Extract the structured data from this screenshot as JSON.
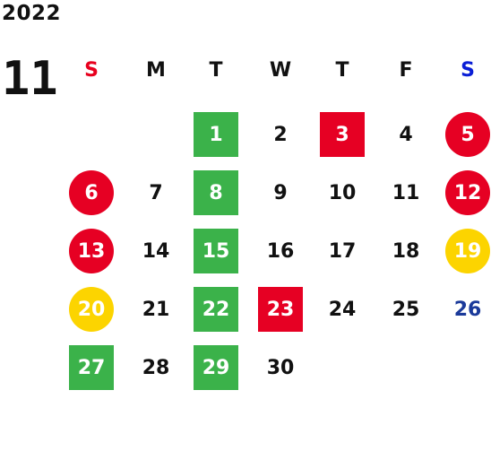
{
  "calendar": {
    "year": "2022",
    "month": "11",
    "weekdays": [
      {
        "label": "S",
        "kind": "sun"
      },
      {
        "label": "M",
        "kind": "weekday"
      },
      {
        "label": "T",
        "kind": "weekday"
      },
      {
        "label": "W",
        "kind": "weekday"
      },
      {
        "label": "T",
        "kind": "weekday"
      },
      {
        "label": "F",
        "kind": "weekday"
      },
      {
        "label": "S",
        "kind": "sat"
      }
    ],
    "days": [
      {
        "label": "1",
        "week": 0,
        "dow": 2,
        "style": "green-sq"
      },
      {
        "label": "2",
        "week": 0,
        "dow": 3,
        "style": "plain"
      },
      {
        "label": "3",
        "week": 0,
        "dow": 4,
        "style": "red-sq"
      },
      {
        "label": "4",
        "week": 0,
        "dow": 5,
        "style": "plain"
      },
      {
        "label": "5",
        "week": 0,
        "dow": 6,
        "style": "red-circle"
      },
      {
        "label": "6",
        "week": 1,
        "dow": 0,
        "style": "red-circle"
      },
      {
        "label": "7",
        "week": 1,
        "dow": 1,
        "style": "plain"
      },
      {
        "label": "8",
        "week": 1,
        "dow": 2,
        "style": "green-sq"
      },
      {
        "label": "9",
        "week": 1,
        "dow": 3,
        "style": "plain"
      },
      {
        "label": "10",
        "week": 1,
        "dow": 4,
        "style": "plain"
      },
      {
        "label": "11",
        "week": 1,
        "dow": 5,
        "style": "plain"
      },
      {
        "label": "12",
        "week": 1,
        "dow": 6,
        "style": "red-circle"
      },
      {
        "label": "13",
        "week": 2,
        "dow": 0,
        "style": "red-circle"
      },
      {
        "label": "14",
        "week": 2,
        "dow": 1,
        "style": "plain"
      },
      {
        "label": "15",
        "week": 2,
        "dow": 2,
        "style": "green-sq"
      },
      {
        "label": "16",
        "week": 2,
        "dow": 3,
        "style": "plain"
      },
      {
        "label": "17",
        "week": 2,
        "dow": 4,
        "style": "plain"
      },
      {
        "label": "18",
        "week": 2,
        "dow": 5,
        "style": "plain"
      },
      {
        "label": "19",
        "week": 2,
        "dow": 6,
        "style": "yellow-circle"
      },
      {
        "label": "20",
        "week": 3,
        "dow": 0,
        "style": "yellow-circle"
      },
      {
        "label": "21",
        "week": 3,
        "dow": 1,
        "style": "plain"
      },
      {
        "label": "22",
        "week": 3,
        "dow": 2,
        "style": "green-sq"
      },
      {
        "label": "23",
        "week": 3,
        "dow": 3,
        "style": "red-sq"
      },
      {
        "label": "24",
        "week": 3,
        "dow": 4,
        "style": "plain"
      },
      {
        "label": "25",
        "week": 3,
        "dow": 5,
        "style": "plain"
      },
      {
        "label": "26",
        "week": 3,
        "dow": 6,
        "style": "blue-text"
      },
      {
        "label": "27",
        "week": 4,
        "dow": 0,
        "style": "green-sq"
      },
      {
        "label": "28",
        "week": 4,
        "dow": 1,
        "style": "plain"
      },
      {
        "label": "29",
        "week": 4,
        "dow": 2,
        "style": "green-sq"
      },
      {
        "label": "30",
        "week": 4,
        "dow": 3,
        "style": "plain"
      }
    ]
  },
  "colors": {
    "sunday_header": "#e8001e",
    "saturday_header": "#0a1ed6",
    "green_marker": "#3bb24a",
    "red_marker": "#e60023",
    "yellow_marker": "#fcd400",
    "blue_text": "#1b3a9a"
  }
}
